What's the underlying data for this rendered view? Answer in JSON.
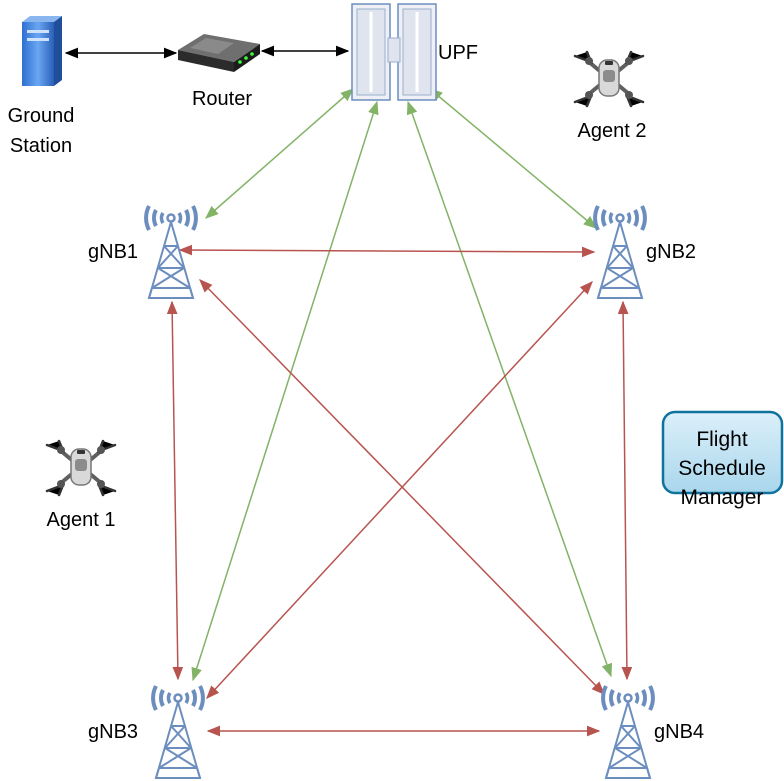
{
  "nodes": {
    "ground_station": {
      "label_line1": "Ground",
      "label_line2": "Station"
    },
    "router": {
      "label": "Router"
    },
    "upf": {
      "label": "UPF"
    },
    "gnb1": {
      "label": "gNB1"
    },
    "gnb2": {
      "label": "gNB2"
    },
    "gnb3": {
      "label": "gNB3"
    },
    "gnb4": {
      "label": "gNB4"
    },
    "agent1": {
      "label": "Agent 1"
    },
    "agent2": {
      "label": "Agent 2"
    },
    "fsm": {
      "line1": "Flight",
      "line2": "Schedule",
      "line3": "Manager"
    }
  },
  "colors": {
    "backhaul_link": "#82b366",
    "inter_gnb_link": "#b85450",
    "wired_link": "#000000",
    "tower": "#6c8ebf",
    "fsm_border": "#10739e",
    "fsm_fill": "#b1ddf0"
  }
}
